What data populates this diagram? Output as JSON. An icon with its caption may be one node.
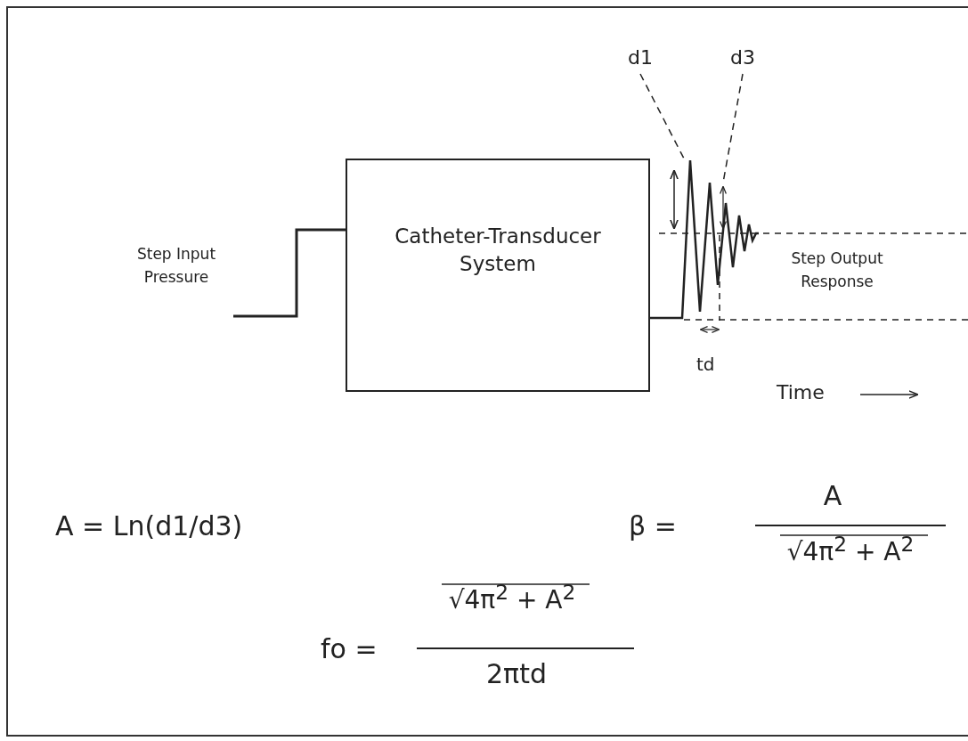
{
  "diagram": {
    "nodes": [
      {
        "text": [
          "Catheter-Transducer System"
        ]
      },
      {
        "text": [
          "d1"
        ]
      },
      {
        "text": [
          "d3"
        ]
      }
    ],
    "edges": [
      {
        "from": 1,
        "to": null,
        "arrow": "none",
        "style": "dashed"
      },
      {
        "from": 2,
        "to": null,
        "arrow": "none",
        "style": "dashed"
      }
    ],
    "labels": [
      "Step Input Pressure",
      "Step Output Response",
      "td",
      "Time",
      "A = Ln(d1/d3)",
      "β =",
      "A",
      "√4π$^{2}$ + A$^{2}$",
      "fo =",
      "√4π$^{2}$ + A$^{2}$",
      "2πtd"
    ]
  }
}
